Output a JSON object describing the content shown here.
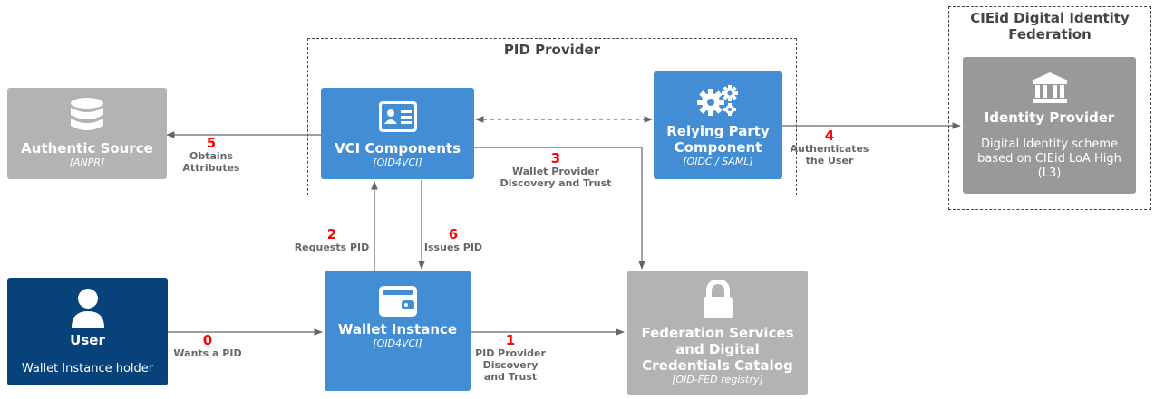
{
  "boundaries": {
    "pid_provider": {
      "title": "PID Provider"
    },
    "federation": {
      "title_line1": "CIEid Digital Identity",
      "title_line2": "Federation"
    }
  },
  "nodes": {
    "authentic_source": {
      "title": "Authentic Source",
      "tech": "[ANPR]",
      "icon": "database-icon"
    },
    "vci": {
      "title": "VCI Components",
      "tech": "[OID4VCI]",
      "icon": "id-card-icon"
    },
    "rp": {
      "title_line1": "Relying Party",
      "title_line2": "Component",
      "tech": "[OIDC / SAML]",
      "icon": "gears-icon"
    },
    "idp": {
      "title": "Identity Provider",
      "desc_line1": "Digital Identity scheme",
      "desc_line2": "based on CIEid LoA High",
      "desc_line3": "(L3)",
      "icon": "bank-icon"
    },
    "user": {
      "title": "User",
      "desc": "Wallet Instance holder",
      "icon": "person-icon"
    },
    "wallet": {
      "title": "Wallet Instance",
      "tech": "[OID4VCI]",
      "icon": "wallet-icon"
    },
    "federation_services": {
      "title_line1": "Federation Services",
      "title_line2": "and Digital",
      "title_line3": "Credentials Catalog",
      "tech": "[OID-FED registry]",
      "icon": "lock-icon"
    }
  },
  "edges": {
    "e0": {
      "num": "0",
      "line1": "Wants a PID"
    },
    "e1": {
      "num": "1",
      "line1": "PID Provider",
      "line2": "Discovery",
      "line3": "and Trust"
    },
    "e2": {
      "num": "2",
      "line1": "Requests PID"
    },
    "e3": {
      "num": "3",
      "line1": "Wallet Provider",
      "line2": "Discovery and Trust"
    },
    "e4": {
      "num": "4",
      "line1": "Authenticates",
      "line2": "the User"
    },
    "e5": {
      "num": "5",
      "line1": "Obtains",
      "line2": "Attributes"
    },
    "e6": {
      "num": "6",
      "line1": "Issues PID"
    }
  },
  "colors": {
    "container": "#438dd5",
    "external_system": "#b3b3b3",
    "external_idp": "#999999",
    "person": "#08427b",
    "edge": "#666666",
    "step_number": "#ff0000"
  }
}
